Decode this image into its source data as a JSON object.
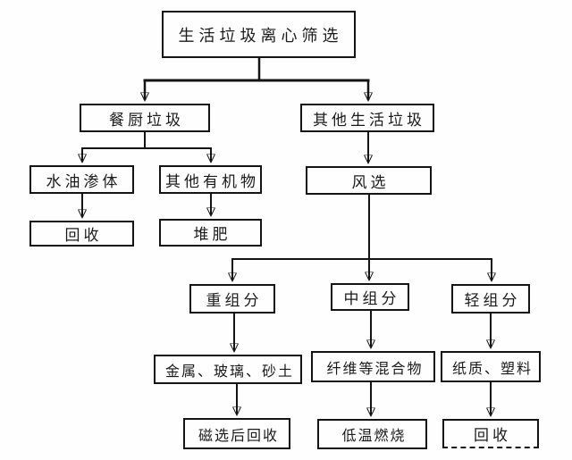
{
  "diagram": {
    "type": "flowchart",
    "nodes": {
      "root": {
        "label": "生活垃圾离心筛选"
      },
      "kitchen": {
        "label": "餐厨垃圾"
      },
      "other_waste": {
        "label": "其他生活垃圾"
      },
      "water_oil": {
        "label": "水油渗体"
      },
      "other_organic": {
        "label": "其他有机物"
      },
      "recycle_left": {
        "label": "回收"
      },
      "compost": {
        "label": "堆肥"
      },
      "air_sep": {
        "label": "风选"
      },
      "heavy": {
        "label": "重组分"
      },
      "middle": {
        "label": "中组分"
      },
      "light": {
        "label": "轻组分"
      },
      "metal": {
        "label": "金属、玻璃、砂土"
      },
      "fiber": {
        "label": "纤维等混合物"
      },
      "paper": {
        "label": "纸质、塑料"
      },
      "magnetic": {
        "label": "磁选后回收"
      },
      "burn": {
        "label": "低温燃烧"
      },
      "recycle_right": {
        "label": "回收"
      }
    },
    "edges": [
      {
        "from": "root",
        "to": "kitchen"
      },
      {
        "from": "root",
        "to": "other_waste"
      },
      {
        "from": "kitchen",
        "to": "water_oil"
      },
      {
        "from": "kitchen",
        "to": "other_organic"
      },
      {
        "from": "water_oil",
        "to": "recycle_left"
      },
      {
        "from": "other_organic",
        "to": "compost"
      },
      {
        "from": "other_waste",
        "to": "air_sep"
      },
      {
        "from": "air_sep",
        "to": "heavy"
      },
      {
        "from": "air_sep",
        "to": "middle"
      },
      {
        "from": "air_sep",
        "to": "light"
      },
      {
        "from": "heavy",
        "to": "metal"
      },
      {
        "from": "middle",
        "to": "fiber"
      },
      {
        "from": "light",
        "to": "paper"
      },
      {
        "from": "metal",
        "to": "magnetic"
      },
      {
        "from": "fiber",
        "to": "burn"
      },
      {
        "from": "paper",
        "to": "recycle_right"
      }
    ],
    "colors": {
      "line": "#141414",
      "background": "#fefefe",
      "text": "#1a1a1a"
    }
  }
}
